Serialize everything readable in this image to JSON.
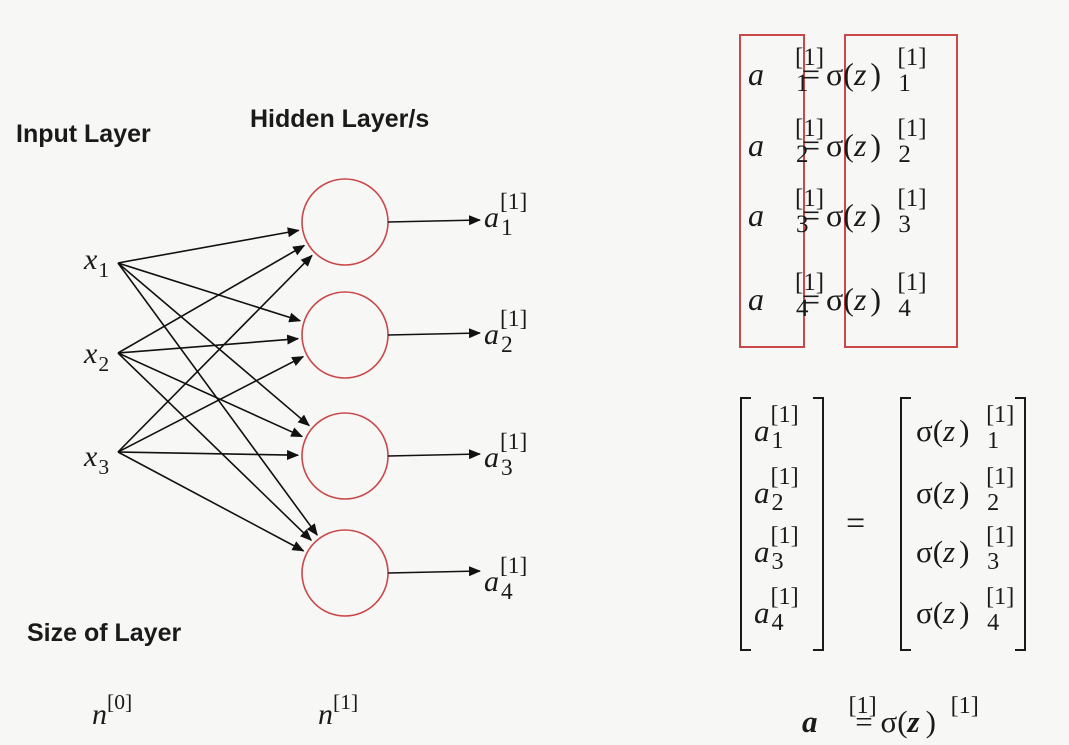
{
  "labels": {
    "input_layer": "Input Layer",
    "hidden_layer": "Hidden Layer/s",
    "size_of_layer": "Size of Layer"
  },
  "inputs": [
    {
      "base": "x",
      "sub": "1"
    },
    {
      "base": "x",
      "sub": "2"
    },
    {
      "base": "x",
      "sub": "3"
    }
  ],
  "outputs": [
    {
      "base": "a",
      "sup": "[1]",
      "sub": "1"
    },
    {
      "base": "a",
      "sup": "[1]",
      "sub": "2"
    },
    {
      "base": "a",
      "sup": "[1]",
      "sub": "3"
    },
    {
      "base": "a",
      "sup": "[1]",
      "sub": "4"
    }
  ],
  "sizes": [
    {
      "base": "n",
      "sup": "[0]"
    },
    {
      "base": "n",
      "sup": "[1]"
    }
  ],
  "equations": [
    {
      "lhs": "a",
      "lhs_sup": "[1]",
      "lhs_sub": "1",
      "eq": "=",
      "fn": "σ(",
      "z": "z",
      "z_sup": "[1]",
      "z_sub": "1",
      "close": ")"
    },
    {
      "lhs": "a",
      "lhs_sup": "[1]",
      "lhs_sub": "2",
      "eq": "=",
      "fn": "σ(",
      "z": "z",
      "z_sup": "[1]",
      "z_sub": "2",
      "close": ")"
    },
    {
      "lhs": "a",
      "lhs_sup": "[1]",
      "lhs_sub": "3",
      "eq": "=",
      "fn": "σ(",
      "z": "z",
      "z_sup": "[1]",
      "z_sub": "3",
      "close": ")"
    },
    {
      "lhs": "a",
      "lhs_sup": "[1]",
      "lhs_sub": "4",
      "eq": "=",
      "fn": "σ(",
      "z": "z",
      "z_sup": "[1]",
      "z_sub": "4",
      "close": ")"
    }
  ],
  "matrix_equals": "=",
  "vector_equation": {
    "lhs": "a",
    "lhs_sup": "[1]",
    "eq": "=",
    "fn": "σ(",
    "z": "z",
    "z_sup": "[1]",
    "close": ")"
  },
  "colors": {
    "neuron_stroke": "#c9484a",
    "box_stroke": "#c9484a",
    "edge": "#111111"
  }
}
